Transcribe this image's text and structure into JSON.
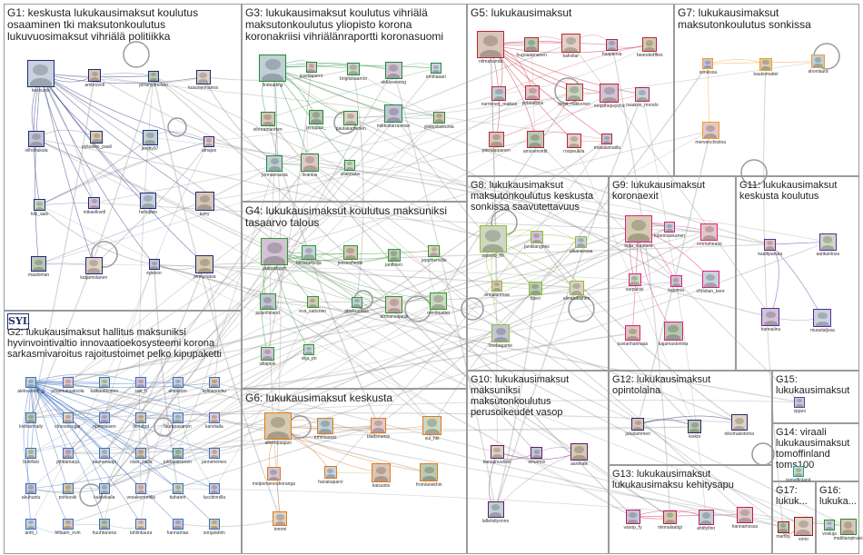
{
  "groups": [
    {
      "id": "g1",
      "label": "G1: keskusta lukukausimaksut koulutus\nosaaminen tki maksutonkoulutus\nlukuvuosimaksut vihriälä politiikka",
      "color": "#1f2a7a"
    },
    {
      "id": "g2",
      "label": "G2: lukukausimaksut hallitus maksuniksi\nhyvinvointivaltio innovaatioekosysteemi korona\nsarkasmivaroitus rajoitustoimet pelko kipupaketti",
      "color": "#3a6fc2"
    },
    {
      "id": "g3",
      "label": "G3: lukukausimaksut koulutus vihriälä\nmaksutonkoulutus yliopisto korona\nkoronakriisi vihriälänraportti koronasuomi",
      "color": "#1f8a3a"
    },
    {
      "id": "g4",
      "label": "G4: lukukausimaksut koulutus maksuniksi\ntasaarvo talous",
      "color": "#2a9a2a"
    },
    {
      "id": "g5",
      "label": "G5: lukukausimaksut",
      "color": "#c0213a"
    },
    {
      "id": "g6",
      "label": "G6: lukukausimaksut keskusta",
      "color": "#e07a1a"
    },
    {
      "id": "g7",
      "label": "G7: lukukausimaksut\nmaksutonkoulutus sonkissa",
      "color": "#f0a020"
    },
    {
      "id": "g8",
      "label": "G8: lukukausimaksut\nmaksutonkoulutus keskusta\nsonkissa saavutettavuus",
      "color": "#8cc030"
    },
    {
      "id": "g9",
      "label": "G9: lukukausimaksut\nkoronaexit",
      "color": "#e0207a"
    },
    {
      "id": "g10",
      "label": "G10: lukukausimaksut\nmaksuniksi\nmaksutonkoulutus\nperusoikeudet vasop",
      "color": "#5a1f6a"
    },
    {
      "id": "g11",
      "label": "G11: lukukausimaksut\nkeskusta koulutus",
      "color": "#5a2aa0"
    },
    {
      "id": "g12",
      "label": "G12: lukukausimaksut\nopintolaina",
      "color": "#2a2a6a"
    },
    {
      "id": "g13",
      "label": "G13: lukukausimaksut\nlukukausimaksu kehitysapu",
      "color": "#c01a5a"
    },
    {
      "id": "g14",
      "label": "G14: viraali\nlukukausimaksut\ntomoffinland\ntoms100",
      "color": "#1aa0a0"
    },
    {
      "id": "g15",
      "label": "G15:\nlukukausimaksut",
      "color": "#4a4aa0"
    },
    {
      "id": "g16",
      "label": "G16:\nlukuka...",
      "color": "#2a8a2a"
    },
    {
      "id": "g17",
      "label": "G17:\nlukuk...",
      "color": "#9a1a1a"
    }
  ],
  "logo": {
    "text": "SYL"
  },
  "nodes": [
    {
      "group": "g1",
      "label": "keskusta"
    },
    {
      "group": "g1",
      "label": "ambrovoll"
    },
    {
      "group": "g1",
      "label": "pirrahydrichen"
    },
    {
      "group": "g1",
      "label": "kosonenhanna"
    },
    {
      "group": "g1",
      "label": "vilhohakala"
    },
    {
      "group": "g1",
      "label": "pykalisto_paali"
    },
    {
      "group": "g1",
      "label": "jenitty97"
    },
    {
      "group": "g1",
      "label": "amajoo"
    },
    {
      "group": "g1",
      "label": "kiki_aalo"
    },
    {
      "group": "g1",
      "label": "mikaelkvell"
    },
    {
      "group": "g1",
      "label": "helinpelo"
    },
    {
      "group": "g1",
      "label": "kolry"
    },
    {
      "group": "g1",
      "label": "maaloman"
    },
    {
      "group": "g1",
      "label": "katjamolanen"
    },
    {
      "group": "g1",
      "label": "epekoo"
    },
    {
      "group": "g1",
      "label": "jennyrvasa"
    },
    {
      "group": "g2",
      "label": "aleksanteri_g"
    },
    {
      "group": "g2",
      "label": "johannalaaksola"
    },
    {
      "group": "g2",
      "label": "kaikuokkonen"
    },
    {
      "group": "g2",
      "label": "sari_h"
    },
    {
      "group": "g2",
      "label": "ahasinen"
    },
    {
      "group": "g2",
      "label": "kylinenrichu"
    },
    {
      "group": "g2",
      "label": "kivihannaily"
    },
    {
      "group": "g2",
      "label": "choosesugar"
    },
    {
      "group": "g2",
      "label": "opemiaisen"
    },
    {
      "group": "g2",
      "label": "finnabot"
    },
    {
      "group": "g2",
      "label": "laurapasanen"
    },
    {
      "group": "g2",
      "label": "karvitaila"
    },
    {
      "group": "g2",
      "label": "bokifiski"
    },
    {
      "group": "g2",
      "label": "pihkamarja"
    },
    {
      "group": "g2",
      "label": "taumariaapi"
    },
    {
      "group": "g2",
      "label": "olavi_salila"
    },
    {
      "group": "g2",
      "label": "jukkaraisanen"
    },
    {
      "group": "g2",
      "label": "jannehemes"
    },
    {
      "group": "g2",
      "label": "akuhuotu"
    },
    {
      "group": "g2",
      "label": "pohkoski"
    },
    {
      "group": "g2",
      "label": "kalevikaila"
    },
    {
      "group": "g2",
      "label": "vesalesmmilla"
    },
    {
      "group": "g2",
      "label": "tiahaten"
    },
    {
      "group": "g2",
      "label": "luccbinnilla"
    },
    {
      "group": "g2",
      "label": "antti_l"
    },
    {
      "group": "g2",
      "label": "hiltaam_irvin"
    },
    {
      "group": "g2",
      "label": "huuhtanena"
    },
    {
      "group": "g2",
      "label": "lahlinkaura"
    },
    {
      "group": "g2",
      "label": "hannamaa"
    },
    {
      "group": "g2",
      "label": "sonjalahtin"
    },
    {
      "group": "g3",
      "label": "lindeading"
    },
    {
      "group": "g3",
      "label": "juseliaperro"
    },
    {
      "group": "g3",
      "label": "brigitskaarnoi"
    },
    {
      "group": "g3",
      "label": "okkasvesing"
    },
    {
      "group": "g3",
      "label": "emihaaari"
    },
    {
      "group": "g3",
      "label": "vihreatnuorten"
    },
    {
      "group": "g3",
      "label": "jemppas_"
    },
    {
      "group": "g3",
      "label": "paulakarhunen"
    },
    {
      "group": "g3",
      "label": "mikkokarrasman"
    },
    {
      "group": "g3",
      "label": "ylioppilaskunta"
    },
    {
      "group": "g3",
      "label": "jonnanrassia"
    },
    {
      "group": "g3",
      "label": "ilvariius"
    },
    {
      "group": "g3",
      "label": "ullakouka"
    },
    {
      "group": "g4",
      "label": "jaanaklaam"
    },
    {
      "group": "g4",
      "label": "tolvanensilja"
    },
    {
      "group": "g4",
      "label": "jessiceheide"
    },
    {
      "group": "g4",
      "label": "janttinen"
    },
    {
      "group": "g4",
      "label": "jeppihenville"
    },
    {
      "group": "g4",
      "label": "juilanfinland"
    },
    {
      "group": "g4",
      "label": "eva_saitonen"
    },
    {
      "group": "g4",
      "label": "alaskuntaus"
    },
    {
      "group": "g4",
      "label": "amhansajanvi"
    },
    {
      "group": "g4",
      "label": "ronnimattei"
    },
    {
      "group": "g4",
      "label": "villapolo"
    },
    {
      "group": "g4",
      "label": "vilja_pn"
    },
    {
      "group": "g5",
      "label": "nitmahamta"
    },
    {
      "group": "g5",
      "label": "hugoaaananen"
    },
    {
      "group": "g5",
      "label": "kahvitar"
    },
    {
      "group": "g5",
      "label": "haajaenia"
    },
    {
      "group": "g5",
      "label": "beandedffies"
    },
    {
      "group": "g5",
      "label": "nurminen_maikas"
    },
    {
      "group": "g5",
      "label": "pirkkalyms"
    },
    {
      "group": "g5",
      "label": "hepa_raikkonen"
    },
    {
      "group": "g5",
      "label": "ronjathepsychic"
    },
    {
      "group": "g5",
      "label": "isaakoo_moodo"
    },
    {
      "group": "g5",
      "label": "piiviaappanen"
    },
    {
      "group": "g5",
      "label": "amssenvirtit"
    },
    {
      "group": "g5",
      "label": "roopeukila"
    },
    {
      "group": "g5",
      "label": "makalamaiila"
    },
    {
      "group": "g6",
      "label": "allkenpaajani"
    },
    {
      "group": "g6",
      "label": "emmiaaras"
    },
    {
      "group": "g6",
      "label": "bladsoumio"
    },
    {
      "group": "g6",
      "label": "sui_hkt"
    },
    {
      "group": "g6",
      "label": "melpomeneuhoranga"
    },
    {
      "group": "g6",
      "label": "hanakaparvi"
    },
    {
      "group": "g6",
      "label": "kaisustis"
    },
    {
      "group": "g6",
      "label": "fromlanekhin"
    },
    {
      "group": "g6",
      "label": "tommi"
    },
    {
      "group": "g7",
      "label": "sonkissa"
    },
    {
      "group": "g7",
      "label": "kaukomattei"
    },
    {
      "group": "g7",
      "label": "ahonlaura"
    },
    {
      "group": "g7",
      "label": "mervenchistina"
    },
    {
      "group": "g8",
      "label": "samolo_fm"
    },
    {
      "group": "g8",
      "label": "janiklangnes"
    },
    {
      "group": "g8",
      "label": "aikanavaaa"
    },
    {
      "group": "g8",
      "label": "annaluomaa"
    },
    {
      "group": "g8",
      "label": "tiperi"
    },
    {
      "group": "g8",
      "label": "elinatukainen"
    },
    {
      "group": "g8",
      "label": "linebagame"
    },
    {
      "group": "g9",
      "label": "lotta_suomela"
    },
    {
      "group": "g9",
      "label": "katerinaskanen"
    },
    {
      "group": "g9",
      "label": "emmaheaso"
    },
    {
      "group": "g9",
      "label": "varpukivi"
    },
    {
      "group": "g9",
      "label": "kojonoa"
    },
    {
      "group": "g9",
      "label": "christian_kere"
    },
    {
      "group": "g9",
      "label": "suvianhannaas"
    },
    {
      "group": "g9",
      "label": "kajamastoriina"
    },
    {
      "group": "g10",
      "label": "kansanuutiset"
    },
    {
      "group": "g10",
      "label": "wnurmin"
    },
    {
      "group": "g10",
      "label": "aarshalk"
    },
    {
      "group": "g10",
      "label": "laflebdiyonne"
    },
    {
      "group": "g11",
      "label": "kaaltipanula"
    },
    {
      "group": "g11",
      "label": "aarikanloza"
    },
    {
      "group": "g11",
      "label": "hannalinu"
    },
    {
      "group": "g11",
      "label": "muastaljosa"
    },
    {
      "group": "g12",
      "label": "juhalammeri"
    },
    {
      "group": "g12",
      "label": "leskor"
    },
    {
      "group": "g12",
      "label": "nikomakotoma"
    },
    {
      "group": "g13",
      "label": "vasop_fy"
    },
    {
      "group": "g13",
      "label": "minnalaatigi"
    },
    {
      "group": "g13",
      "label": "ahtifyfinn"
    },
    {
      "group": "g13",
      "label": "hannamosas"
    },
    {
      "group": "g14",
      "label": "tomoffinland"
    },
    {
      "group": "g15",
      "label": "vpjani"
    },
    {
      "group": "g16",
      "label": "vvaluja"
    },
    {
      "group": "g16",
      "label": "mattilampiraisi"
    },
    {
      "group": "g17",
      "label": "marttoj"
    },
    {
      "group": "g17",
      "label": "vorio"
    }
  ]
}
